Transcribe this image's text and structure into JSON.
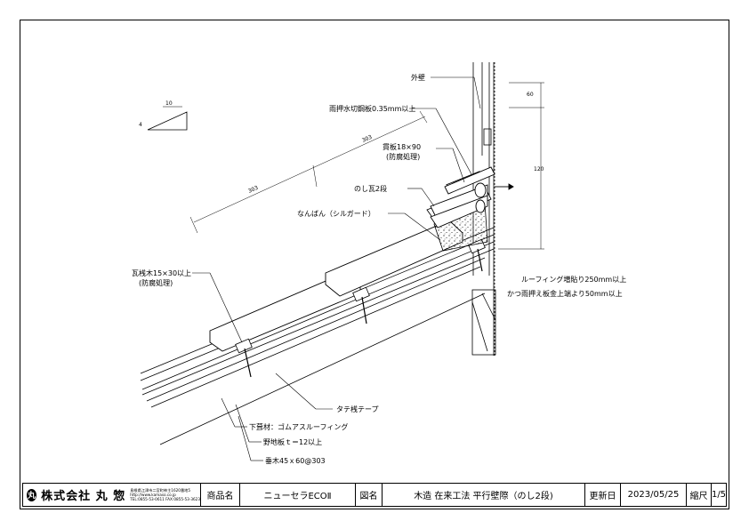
{
  "labels": {
    "gaiheki": "外壁",
    "amaosae": "雨押水切鋼板0.35mm以上",
    "nukiita": "貫板18×90",
    "nukiita_note": "(防腐処理)",
    "noshi": "のし瓦2段",
    "nanban": "なんばん（シルガード）",
    "sanko": "瓦桟木15×30以上",
    "sanko_note": "(防腐処理)",
    "roofing_line1": "ルーフィング増貼り250mm以上",
    "roofing_line2": "かつ雨押え板金上端より50mm以上",
    "tatesan": "タテ桟テープ",
    "shitabuki": "下葺材：ゴムアスルーフィング",
    "nojiita": "野地板ｔ＝12以上",
    "taruki": "垂木45ｘ60@303"
  },
  "slope": {
    "run": "10",
    "rise": "4"
  },
  "dims": {
    "d1": "303",
    "d2": "303",
    "d3": "60",
    "d4": "120"
  },
  "title_block": {
    "logo_char": "丸",
    "company": "株式会社 丸 惣",
    "address1": "島根県江津市二宮町神主1620番地5",
    "address2": "http://www.kamaso.co.jp",
    "address3": "TEL:0855-53-0611 FAX:0855-53-3623",
    "product_label": "商品名",
    "product": "ニューセラECOⅡ",
    "drawing_label": "図名",
    "drawing": "木造 在来工法 平行壁際（のし2段)",
    "updated_label": "更新日",
    "updated": "2023/05/25",
    "scale_label": "縮尺",
    "scale": "1/5"
  }
}
